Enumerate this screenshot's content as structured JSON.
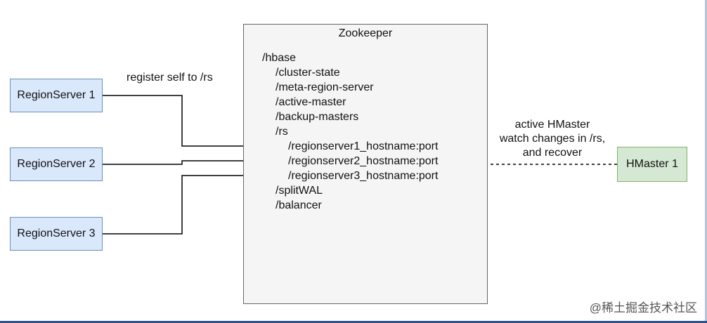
{
  "region_servers": [
    {
      "label": "RegionServer 1"
    },
    {
      "label": "RegionServer 2"
    },
    {
      "label": "RegionServer 3"
    }
  ],
  "register_label": "register self to /rs",
  "zookeeper": {
    "title": "Zookeeper",
    "tree": [
      {
        "text": "/hbase",
        "depth": 0
      },
      {
        "text": "/cluster-state",
        "depth": 1
      },
      {
        "text": "/meta-region-server",
        "depth": 1
      },
      {
        "text": "/active-master",
        "depth": 1
      },
      {
        "text": "/backup-masters",
        "depth": 1
      },
      {
        "text": "/rs",
        "depth": 1
      },
      {
        "text": "/regionserver1_hostname:port",
        "depth": 2
      },
      {
        "text": "/regionserver2_hostname:port",
        "depth": 2
      },
      {
        "text": "/regionserver3_hostname:port",
        "depth": 2
      },
      {
        "text": "/splitWAL",
        "depth": 1
      },
      {
        "text": "/balancer",
        "depth": 1
      }
    ]
  },
  "hmaster": {
    "label": "HMaster 1",
    "watch_lines": [
      "active HMaster",
      "watch changes in /rs,",
      "and recover"
    ]
  },
  "colors": {
    "regionserver_fill": "#dae8fc",
    "regionserver_stroke": "#6c8ebf",
    "hmaster_fill": "#d5e8d4",
    "hmaster_stroke": "#82b366",
    "zookeeper_fill": "#f5f5f5",
    "zookeeper_stroke": "#666666"
  },
  "watermark": "@稀土掘金技术社区"
}
